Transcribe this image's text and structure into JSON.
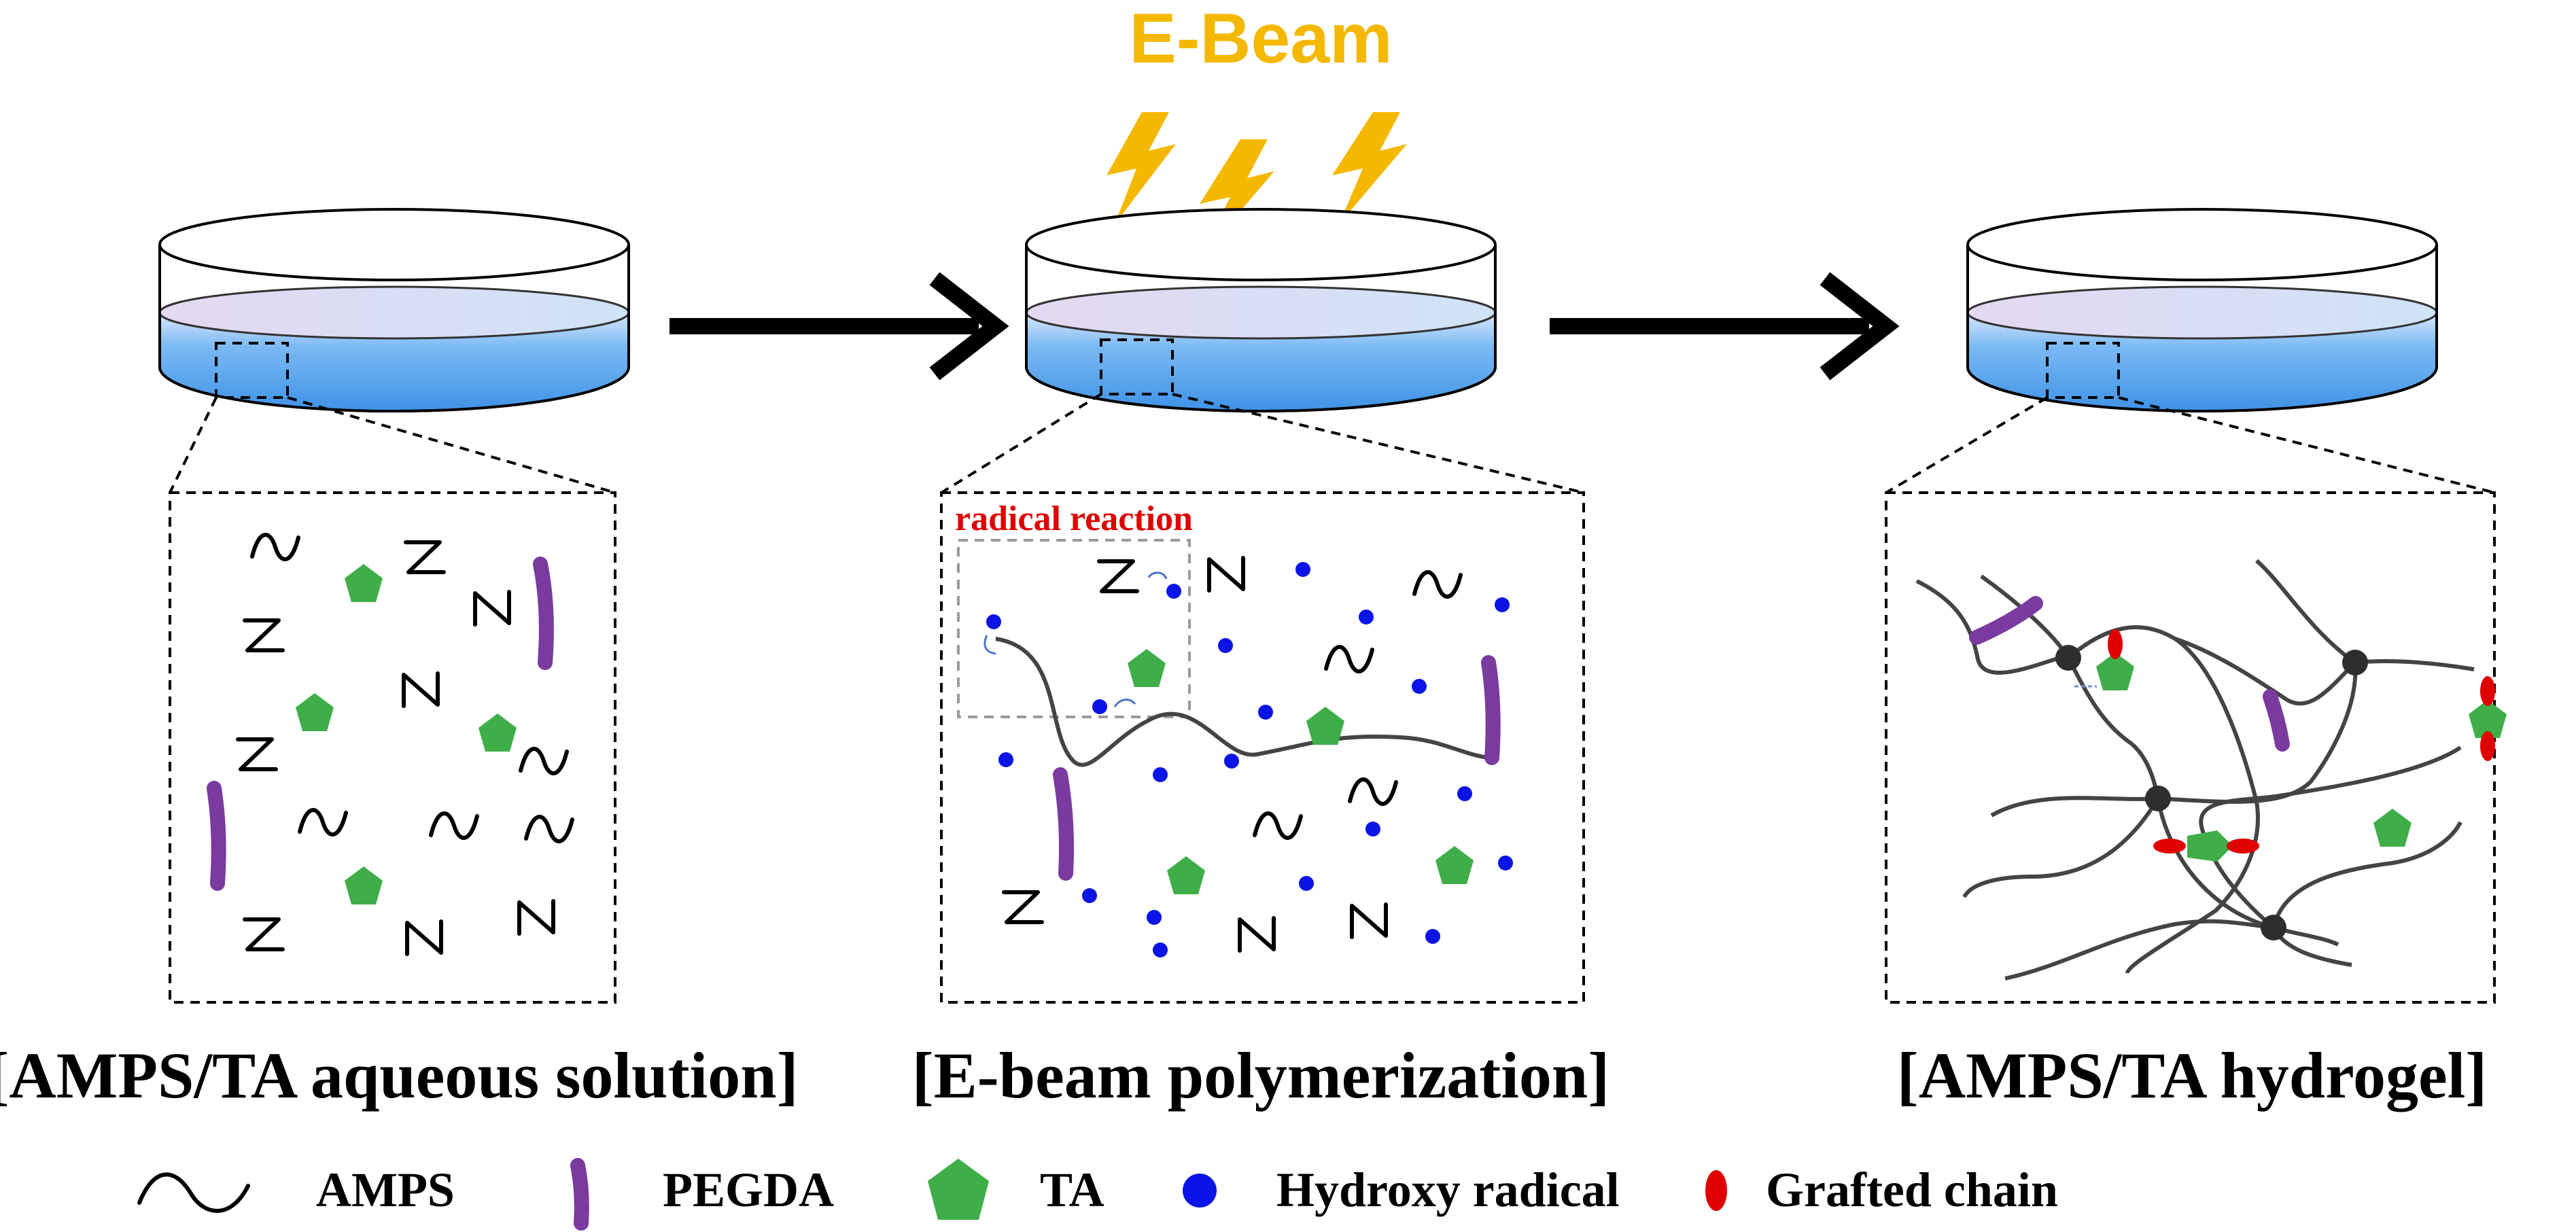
{
  "diagram": {
    "ebeam_label": "E-Beam",
    "radical_reaction_label": "radical reaction",
    "stages": [
      {
        "label": "[AMPS/TA aqueous solution]"
      },
      {
        "label": "[E-beam polymerization]"
      },
      {
        "label": "[AMPS/TA hydrogel]"
      }
    ],
    "legend": [
      {
        "label": "AMPS",
        "icon": "wavy-line"
      },
      {
        "label": "PEGDA",
        "icon": "purple-bar"
      },
      {
        "label": "TA",
        "icon": "green-pentagon"
      },
      {
        "label": "Hydroxy radical",
        "icon": "blue-dot"
      },
      {
        "label": "Grafted chain",
        "icon": "red-ellipse"
      }
    ],
    "colors": {
      "ebeam": "#f5b800",
      "liquid": "#5aa8f0",
      "pegda": "#7a3aa0",
      "ta": "#3fae49",
      "radical": "#0a14e6",
      "grafted": "#e00000",
      "radical_text": "#e00000"
    }
  }
}
